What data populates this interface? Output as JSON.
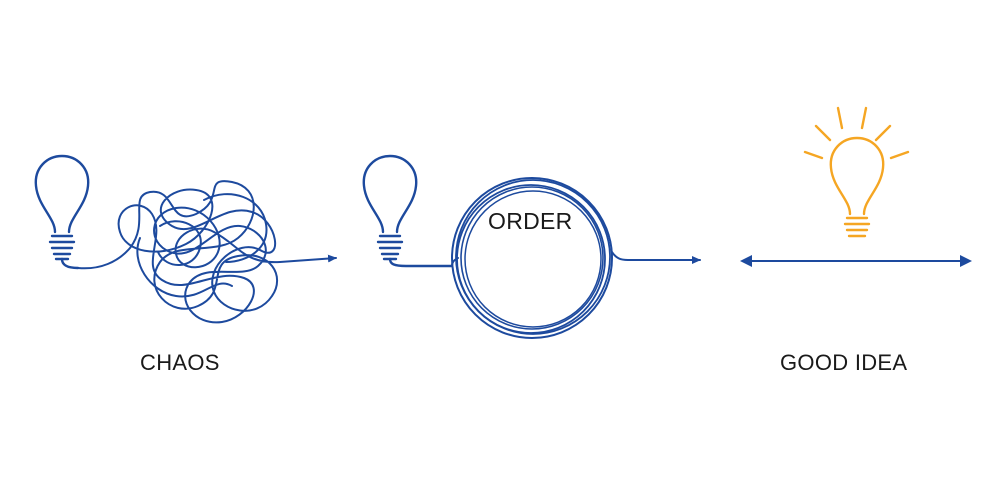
{
  "labels": {
    "chaos": "CHAOS",
    "order": "ORDER",
    "good_idea": "GOOD IDEA"
  },
  "colors": {
    "line": "#1d4a9e",
    "idea_bulb": "#f5a623",
    "text": "#1a1a1a",
    "background": "#ffffff"
  },
  "icons": {
    "chaos_bulb": "lightbulb-outline-icon",
    "order_bulb": "lightbulb-outline-icon",
    "idea_bulb": "lightbulb-glowing-icon"
  }
}
